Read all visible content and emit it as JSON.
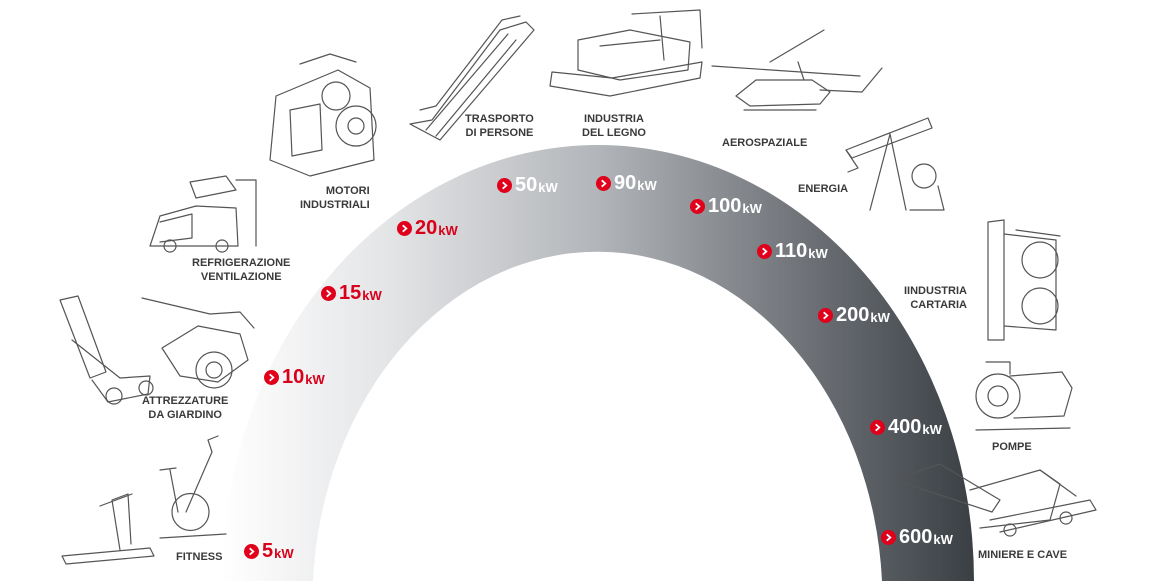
{
  "sectors": [
    {
      "id": "fitness",
      "lines": [
        "FITNESS"
      ],
      "icon": "treadmill-bike-icon"
    },
    {
      "id": "giardino",
      "lines": [
        "ATTREZZATURE",
        "DA GIARDINO"
      ],
      "icon": "lawnmower-tiller-icon"
    },
    {
      "id": "refrigerazione",
      "lines": [
        "REFRIGERAZIONE",
        "VENTILAZIONE"
      ],
      "icon": "refrigerated-truck-icon"
    },
    {
      "id": "motori",
      "lines": [
        "MOTORI",
        "INDUSTRIALI"
      ],
      "icon": "engine-icon"
    },
    {
      "id": "trasporto",
      "lines": [
        "TRASPORTO",
        "DI PERSONE"
      ],
      "icon": "escalator-icon"
    },
    {
      "id": "legno",
      "lines": [
        "INDUSTRIA",
        "DEL LEGNO"
      ],
      "icon": "woodworking-machine-icon"
    },
    {
      "id": "aerospaziale",
      "lines": [
        "AEROSPAZIALE"
      ],
      "icon": "helicopter-icon"
    },
    {
      "id": "energia",
      "lines": [
        "ENERGIA"
      ],
      "icon": "oil-pumpjack-icon"
    },
    {
      "id": "cartaria",
      "lines": [
        "IINDUSTRIA",
        "CARTARIA"
      ],
      "icon": "paper-machine-icon"
    },
    {
      "id": "pompe",
      "lines": [
        "POMPE"
      ],
      "icon": "pump-icon"
    },
    {
      "id": "miniere",
      "lines": [
        "MINIERE E CAVE"
      ],
      "icon": "mobile-crusher-icon"
    }
  ],
  "powers": [
    {
      "value": "5",
      "unit": "kW",
      "style": "red"
    },
    {
      "value": "10",
      "unit": "kW",
      "style": "red"
    },
    {
      "value": "15",
      "unit": "kW",
      "style": "red"
    },
    {
      "value": "20",
      "unit": "kW",
      "style": "red"
    },
    {
      "value": "50",
      "unit": "kW",
      "style": "white"
    },
    {
      "value": "90",
      "unit": "kW",
      "style": "white"
    },
    {
      "value": "100",
      "unit": "kW",
      "style": "white"
    },
    {
      "value": "110",
      "unit": "kW",
      "style": "white"
    },
    {
      "value": "200",
      "unit": "kW",
      "style": "white"
    },
    {
      "value": "400",
      "unit": "kW",
      "style": "white"
    },
    {
      "value": "600",
      "unit": "kW",
      "style": "white"
    }
  ],
  "colors": {
    "accent": "#e0001b",
    "arc_light": "#ffffff",
    "arc_mid": "#b9bcc0",
    "arc_dark": "#3e4348",
    "line_art": "#555555"
  }
}
